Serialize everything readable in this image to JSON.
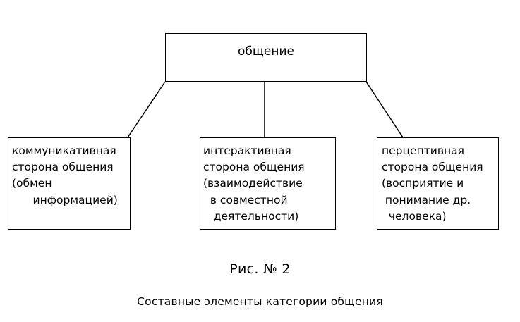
{
  "diagram": {
    "root": {
      "label": "общение"
    },
    "leaves": [
      {
        "id": "communicative",
        "lines": [
          "коммуникативная",
          "сторона общения",
          "(обмен",
          "      информацией)"
        ]
      },
      {
        "id": "interactive",
        "lines": [
          "интерактивная",
          "сторона общения",
          "(взаимодействие",
          "  в совместной",
          "   деятельности)"
        ]
      },
      {
        "id": "perceptive",
        "lines": [
          "перцептивная",
          "сторона общения",
          "(восприятие и",
          " понимание др.",
          "  человека)"
        ]
      }
    ],
    "connectors": [
      {
        "id": "root-to-communicative",
        "type": "diagonal"
      },
      {
        "id": "root-to-interactive",
        "type": "vertical"
      },
      {
        "id": "root-to-perceptive",
        "type": "diagonal"
      }
    ]
  },
  "caption": {
    "title": "Рис. № 2",
    "subtitle": "Составные элементы категории общения"
  },
  "colors": {
    "background": "#ffffff",
    "stroke": "#000000",
    "text": "#000000"
  }
}
